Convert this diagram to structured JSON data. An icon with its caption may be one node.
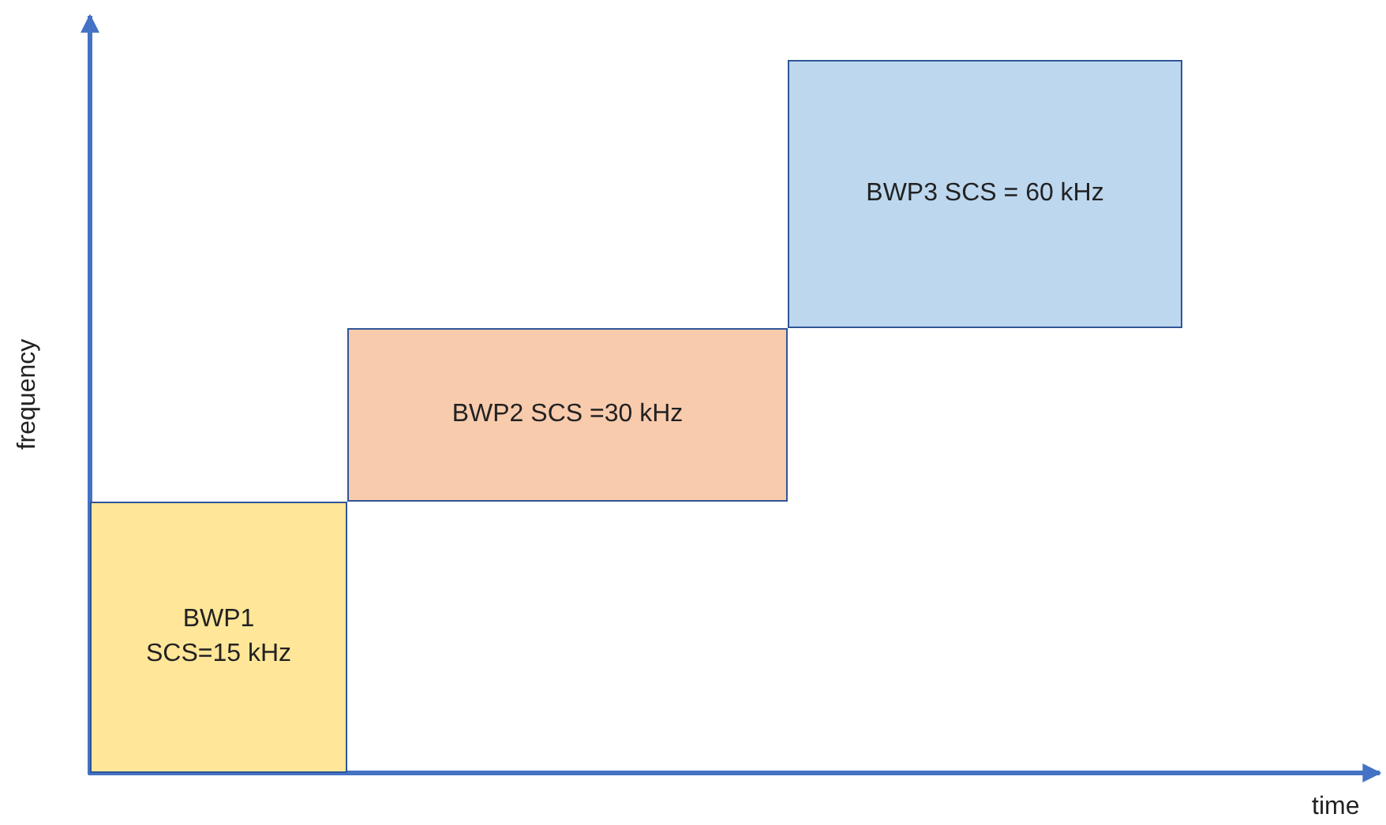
{
  "diagram": {
    "nodes": [
      {
        "text": [
          "BWP1 SCS=15 kHz"
        ]
      },
      {
        "text": [
          "BWP2 SCS =30 kHz"
        ]
      },
      {
        "text": [
          "BWP3 SCS = 60 kHz"
        ]
      }
    ],
    "labels": [
      "frequency",
      "time"
    ]
  }
}
